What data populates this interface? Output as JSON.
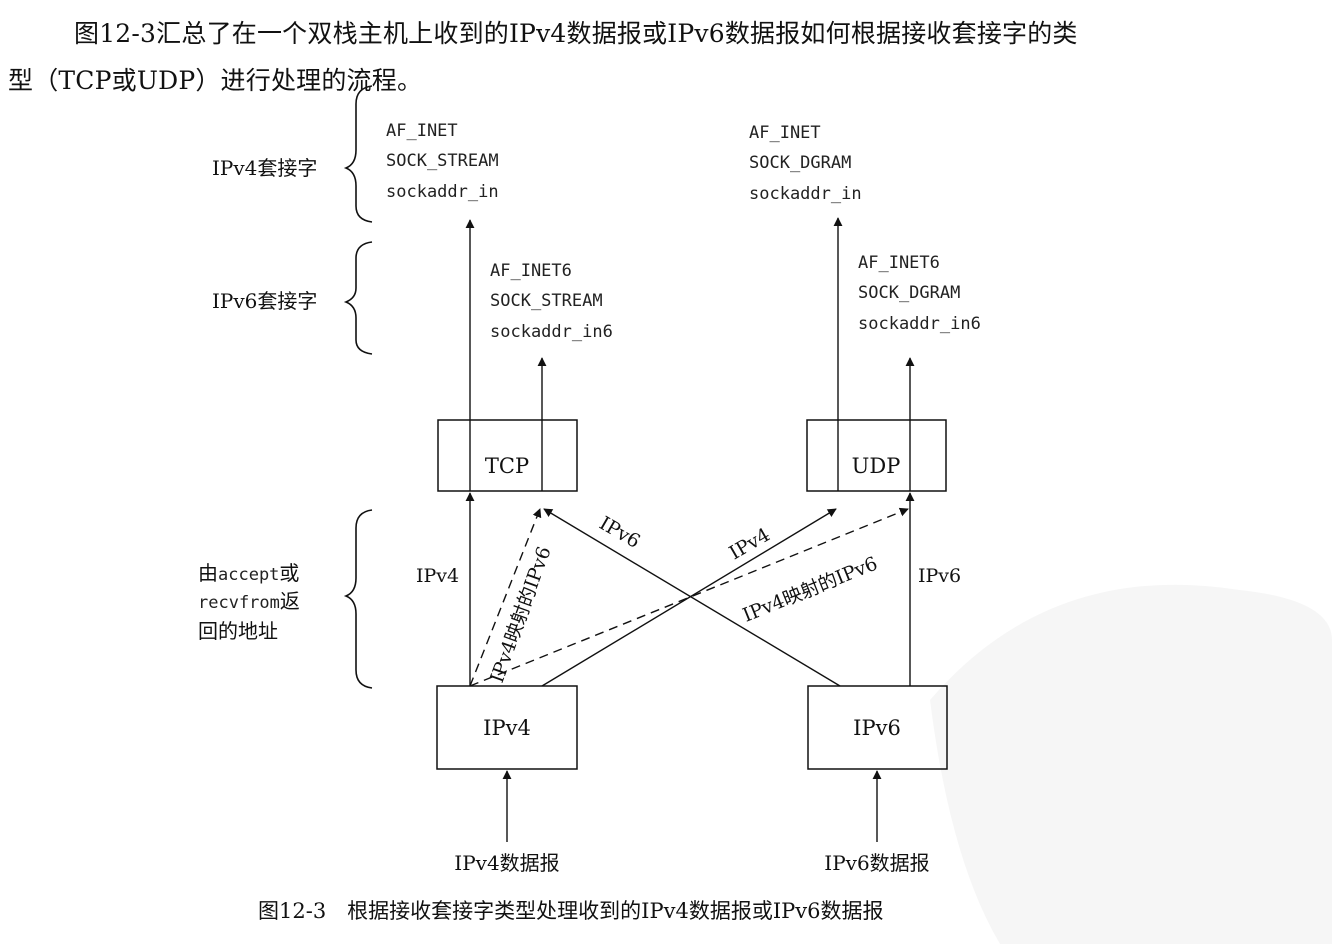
{
  "paragraph": {
    "line1": "图12-3汇总了在一个双栈主机上收到的IPv4数据报或IPv6数据报如何根据接收套接字的类",
    "line2": "型（TCP或UDP）进行处理的流程。"
  },
  "diagram": {
    "brace_labels": {
      "ipv4_socket": "IPv4套接字",
      "ipv6_socket": "IPv6套接字",
      "returned_addr_1": "由",
      "returned_addr_accept": "accept",
      "returned_addr_or": "或",
      "returned_addr_recvfrom": "recvfrom",
      "returned_addr_2": "返",
      "returned_addr_3": "回的地址"
    },
    "tcp_ipv4_socket": [
      "AF_INET",
      "SOCK_STREAM",
      "sockaddr_in"
    ],
    "udp_ipv4_socket": [
      "AF_INET",
      "SOCK_DGRAM",
      "sockaddr_in"
    ],
    "tcp_ipv6_socket": [
      "AF_INET6",
      "SOCK_STREAM",
      "sockaddr_in6"
    ],
    "udp_ipv6_socket": [
      "AF_INET6",
      "SOCK_DGRAM",
      "sockaddr_in6"
    ],
    "boxes": {
      "tcp": "TCP",
      "udp": "UDP",
      "ipv4": "IPv4",
      "ipv6": "IPv6"
    },
    "edge_labels": {
      "ipv4_left": "IPv4",
      "ipv4_mapped_tcp": "IPv4映射的IPv6",
      "ipv6_to_tcp": "IPv6",
      "ipv4_to_udp": "IPv4",
      "ipv4_mapped_udp": "IPv4映射的IPv6",
      "ipv6_right": "IPv6"
    },
    "inputs": {
      "ipv4": "IPv4数据报",
      "ipv6": "IPv6数据报"
    },
    "caption": "图12-3　根据接收套接字类型处理收到的IPv4数据报或IPv6数据报"
  }
}
